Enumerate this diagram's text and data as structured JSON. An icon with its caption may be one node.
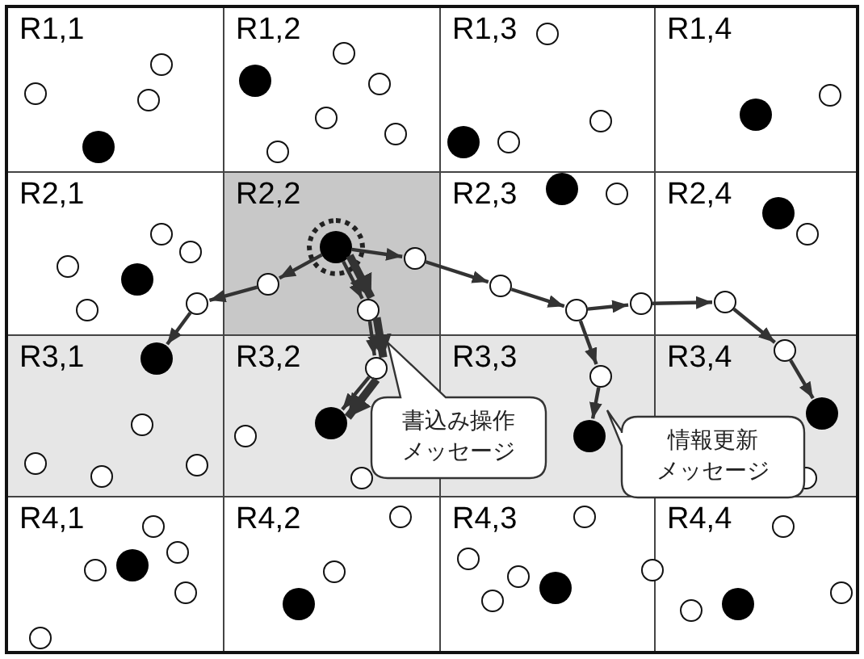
{
  "diagram": {
    "nodes": [
      {
        "text": [
          "R1,1"
        ]
      },
      {
        "text": [
          "R1,2"
        ]
      },
      {
        "text": [
          "R1,3"
        ]
      },
      {
        "text": [
          "R1,4"
        ]
      },
      {
        "text": [
          "R2,1"
        ]
      },
      {
        "text": [
          "R2,2"
        ]
      },
      {
        "text": [
          "R2,3"
        ]
      },
      {
        "text": [
          "R2,4"
        ]
      },
      {
        "text": [
          "R3,1"
        ]
      },
      {
        "text": [
          "R3,2"
        ]
      },
      {
        "text": [
          "R3,3"
        ]
      },
      {
        "text": [
          "R3,4"
        ]
      },
      {
        "text": [
          "R4,1"
        ]
      },
      {
        "text": [
          "R4,2"
        ]
      },
      {
        "text": [
          "R4,3"
        ]
      },
      {
        "text": [
          "R4,4"
        ]
      },
      {
        "text": [],
        "shape": "circle",
        "in": 0
      },
      {
        "text": [],
        "shape": "circle",
        "in": 0
      },
      {
        "text": [],
        "shape": "circle",
        "in": 0
      },
      {
        "text": [],
        "shape": "dot",
        "in": 0
      },
      {
        "text": [],
        "shape": "dot",
        "in": 1
      },
      {
        "text": [],
        "shape": "circle",
        "in": 1
      },
      {
        "text": [],
        "shape": "circle",
        "in": 1
      },
      {
        "text": [],
        "shape": "circle",
        "in": 1
      },
      {
        "text": [],
        "shape": "circle",
        "in": 1
      },
      {
        "text": [],
        "shape": "circle",
        "in": 1
      },
      {
        "text": [],
        "shape": "circle",
        "in": 2
      },
      {
        "text": [],
        "shape": "circle",
        "in": 2
      },
      {
        "text": [],
        "shape": "dot",
        "in": 2
      },
      {
        "text": [],
        "shape": "circle",
        "in": 2
      },
      {
        "text": [],
        "shape": "dot",
        "in": 3
      },
      {
        "text": [],
        "shape": "circle",
        "in": 3
      },
      {
        "text": [],
        "shape": "circle",
        "in": 4
      },
      {
        "text": [],
        "shape": "circle",
        "in": 4
      },
      {
        "text": [],
        "shape": "circle",
        "in": 4
      },
      {
        "text": [],
        "shape": "dot",
        "in": 4
      },
      {
        "text": [],
        "shape": "circle",
        "in": 4
      },
      {
        "text": [],
        "shape": "circle",
        "in": 4
      },
      {
        "text": [],
        "shape": "dot",
        "in": 5
      },
      {
        "text": [],
        "shape": "circle",
        "in": 5
      },
      {
        "text": [],
        "shape": "circle",
        "in": 5
      },
      {
        "text": [],
        "shape": "circle",
        "in": 5
      },
      {
        "text": [],
        "shape": "dot",
        "in": 6
      },
      {
        "text": [],
        "shape": "circle",
        "in": 6
      },
      {
        "text": [],
        "shape": "circle",
        "in": 6
      },
      {
        "text": [],
        "shape": "circle",
        "in": 6
      },
      {
        "text": [],
        "shape": "circle",
        "in": 6
      },
      {
        "text": [],
        "shape": "dot",
        "in": 7
      },
      {
        "text": [],
        "shape": "circle",
        "in": 7
      },
      {
        "text": [],
        "shape": "circle",
        "in": 7
      },
      {
        "text": [],
        "shape": "dot",
        "in": 8
      },
      {
        "text": [],
        "shape": "circle",
        "in": 8
      },
      {
        "text": [],
        "shape": "circle",
        "in": 8
      },
      {
        "text": [],
        "shape": "circle",
        "in": 8
      },
      {
        "text": [],
        "shape": "circle",
        "in": 8
      },
      {
        "text": [],
        "shape": "circle",
        "in": 9
      },
      {
        "text": [],
        "shape": "circle",
        "in": 9
      },
      {
        "text": [],
        "shape": "dot",
        "in": 9
      },
      {
        "text": [],
        "shape": "circle",
        "in": 9
      },
      {
        "text": [],
        "shape": "circle",
        "in": 10
      },
      {
        "text": [],
        "shape": "dot",
        "in": 10
      },
      {
        "text": [],
        "shape": "circle",
        "in": 11
      },
      {
        "text": [],
        "shape": "dot",
        "in": 11
      },
      {
        "text": [],
        "shape": "circle",
        "in": 11
      },
      {
        "text": [],
        "shape": "circle",
        "in": 12
      },
      {
        "text": [],
        "shape": "circle",
        "in": 12
      },
      {
        "text": [],
        "shape": "circle",
        "in": 12
      },
      {
        "text": [],
        "shape": "dot",
        "in": 12
      },
      {
        "text": [],
        "shape": "circle",
        "in": 12
      },
      {
        "text": [],
        "shape": "circle",
        "in": 12
      },
      {
        "text": [],
        "shape": "circle",
        "in": 13
      },
      {
        "text": [],
        "shape": "circle",
        "in": 13
      },
      {
        "text": [],
        "shape": "dot",
        "in": 13
      },
      {
        "text": [],
        "shape": "circle",
        "in": 14
      },
      {
        "text": [],
        "shape": "circle",
        "in": 14
      },
      {
        "text": [],
        "shape": "circle",
        "in": 14
      },
      {
        "text": [],
        "shape": "dot",
        "in": 14
      },
      {
        "text": [],
        "shape": "circle",
        "in": 14
      },
      {
        "text": [],
        "shape": "circle"
      },
      {
        "text": [],
        "shape": "circle",
        "in": 15
      },
      {
        "text": [],
        "shape": "circle",
        "in": 15
      },
      {
        "text": [],
        "shape": "dot",
        "in": 15
      },
      {
        "text": [],
        "shape": "circle",
        "in": 15
      },
      {
        "text": [
          "書込み操作メッセージ"
        ]
      },
      {
        "text": [
          "情報更新メッセージ"
        ]
      }
    ],
    "edges": [
      {
        "from": 38,
        "to": 39,
        "arrow": "to"
      },
      {
        "from": 39,
        "to": 37,
        "arrow": "to"
      },
      {
        "from": 37,
        "to": 50,
        "arrow": "to"
      },
      {
        "from": 38,
        "to": 41,
        "arrow": "to"
      },
      {
        "from": 38,
        "to": 41,
        "arrow": "to",
        "style": "thick"
      },
      {
        "from": 41,
        "to": 55,
        "arrow": "to"
      },
      {
        "from": 41,
        "to": 55,
        "arrow": "to",
        "style": "thick"
      },
      {
        "from": 55,
        "to": 57,
        "arrow": "to"
      },
      {
        "from": 55,
        "to": 57,
        "arrow": "to",
        "style": "thick"
      },
      {
        "from": 38,
        "to": 40,
        "arrow": "to"
      },
      {
        "from": 40,
        "to": 44,
        "arrow": "to"
      },
      {
        "from": 44,
        "to": 45,
        "arrow": "to"
      },
      {
        "from": 45,
        "to": 46,
        "arrow": "to"
      },
      {
        "from": 46,
        "to": 49,
        "arrow": "to"
      },
      {
        "from": 49,
        "to": 61,
        "arrow": "to"
      },
      {
        "from": 61,
        "to": 62,
        "arrow": "to"
      },
      {
        "from": 45,
        "to": 59,
        "arrow": "to"
      },
      {
        "from": 59,
        "to": 60,
        "arrow": "to"
      }
    ]
  }
}
